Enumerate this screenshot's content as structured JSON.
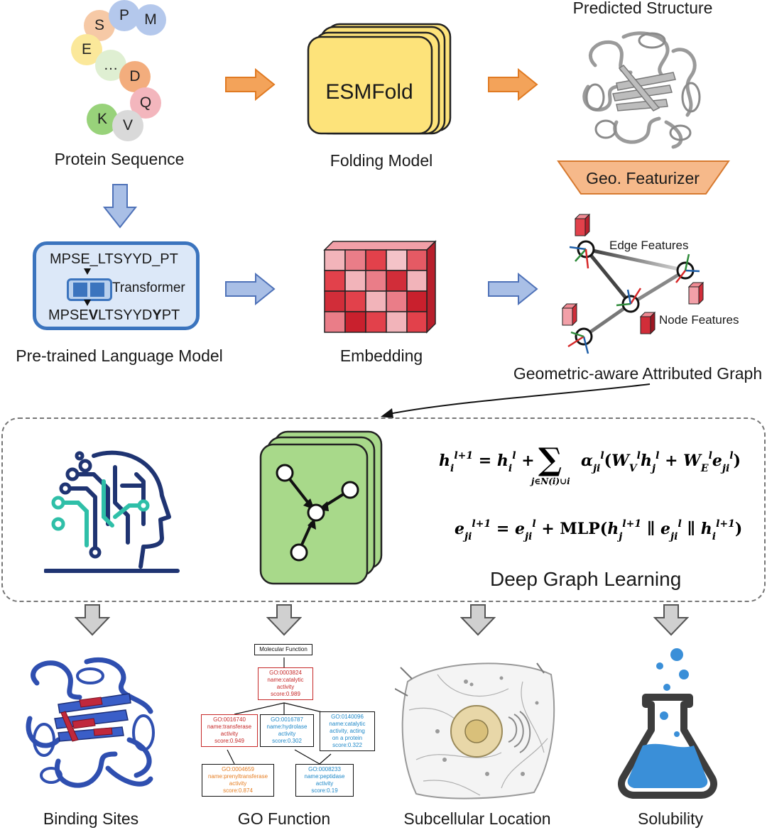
{
  "top": {
    "protein_label": "Protein Sequence",
    "residues": [
      "S",
      "P",
      "M",
      "E",
      "…",
      "D",
      "Q",
      "K",
      "V"
    ],
    "folding_box": "ESMFold",
    "folding_label": "Folding Model",
    "structure_label": "Predicted Structure",
    "featurizer": "Geo. Featurizer"
  },
  "middle": {
    "plm_seq_top": "MPSE_LTSYYD_PT",
    "plm_transformer": "Transformer",
    "plm_seq_bottom": [
      "MPSE",
      "V",
      "LTSYYD",
      "Y",
      "PT"
    ],
    "plm_label": "Pre-trained Language Model",
    "embedding_label": "Embedding",
    "graph_label": "Geometric-aware Attributed Graph",
    "edge_features": "Edge Features",
    "node_features": "Node Features"
  },
  "dgl": {
    "title": "Deep Graph Learning",
    "eq1_lhs": "h_i^{l+1} = h_i^l + Σ_{j∈N(i)∪i} α_ji^l (W_V^l h_j^l + W_E^l e_ji^l)",
    "eq2_lhs": "e_ji^{l+1} = e_ji^l + MLP(h_j^{l+1} ∥ e_ji^l ∥ h_i^{l+1})"
  },
  "outputs": {
    "binding": "Binding Sites",
    "go": "GO Function",
    "subcellular": "Subcellular Location",
    "solubility": "Solubility"
  },
  "go_tree": {
    "root": "Molecular Function",
    "n1": [
      "GO:0003824",
      "name:catalytic",
      "activity",
      "score:0.989"
    ],
    "n2": [
      "GO:0016740",
      "name:transferase",
      "activity",
      "score:0.949"
    ],
    "n3": [
      "GO:0016787",
      "name:hydrolase",
      "activity",
      "score:0.302"
    ],
    "n4": [
      "GO:0140096",
      "name:catalytic",
      "activity, acting",
      "on a protein",
      "score:0.322"
    ],
    "n5": [
      "GO:0004659",
      "name:prenyltransferase",
      "activity",
      "score:0.874"
    ],
    "n6": [
      "GO:0008233",
      "name:peptidase",
      "activity",
      "score:0.19"
    ]
  },
  "colors": {
    "orange_arrow": "#f3a35a",
    "blue_arrow": "#a9bfe6",
    "esmfold": "#fde37a",
    "plm_box": "#4f87c9",
    "gcn_card": "#a8d98a",
    "embedding": "#e2414b",
    "go_red": "#c62828",
    "go_blue": "#1e88c8",
    "go_orange": "#e67e22"
  }
}
